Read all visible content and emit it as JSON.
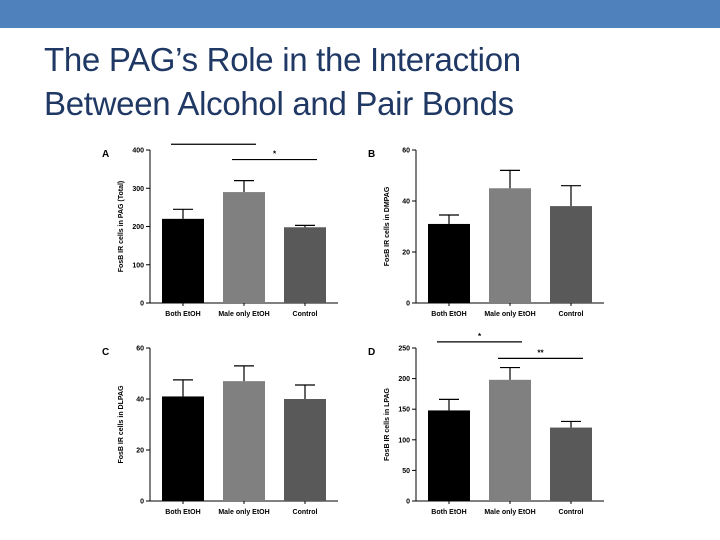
{
  "slide": {
    "title_line1": "The PAG’s Role in the Interaction",
    "title_line2": "Between Alcohol and Pair Bonds",
    "accent_color": "#4f81bd",
    "title_color": "#1f3864"
  },
  "chart_data": [
    {
      "type": "bar",
      "panel": "A",
      "ylabel": "FosB IR cells in PAG (Total)",
      "categories": [
        "Both EtOH",
        "Male only EtOH",
        "Control"
      ],
      "values": [
        220,
        290,
        198
      ],
      "errors": [
        25,
        30,
        5
      ],
      "colors": [
        "#000000",
        "#808080",
        "#595959"
      ],
      "ylim": [
        0,
        400
      ],
      "yticks": [
        0,
        100,
        200,
        300,
        400
      ],
      "significance": [
        {
          "from": 0,
          "to": 1,
          "label": "*",
          "y": 415
        },
        {
          "from": 1,
          "to": 2,
          "label": "*",
          "y": 375
        }
      ]
    },
    {
      "type": "bar",
      "panel": "B",
      "ylabel": "FosB IR cells in DMPAG",
      "categories": [
        "Both EtOH",
        "Male only EtOH",
        "Control"
      ],
      "values": [
        31,
        45,
        38
      ],
      "errors": [
        3.5,
        7,
        8
      ],
      "colors": [
        "#000000",
        "#808080",
        "#595959"
      ],
      "ylim": [
        0,
        60
      ],
      "yticks": [
        0,
        20,
        40,
        60
      ],
      "significance": []
    },
    {
      "type": "bar",
      "panel": "C",
      "ylabel": "FosB IR cells in DLPAG",
      "categories": [
        "Both EtOH",
        "Male only EtOH",
        "Control"
      ],
      "values": [
        41,
        47,
        40
      ],
      "errors": [
        6.5,
        6,
        5.5
      ],
      "colors": [
        "#000000",
        "#808080",
        "#595959"
      ],
      "ylim": [
        0,
        60
      ],
      "yticks": [
        0,
        20,
        40,
        60
      ],
      "significance": []
    },
    {
      "type": "bar",
      "panel": "D",
      "ylabel": "FosB IR cells in LPAG",
      "categories": [
        "Both EtOH",
        "Male only EtOH",
        "Control"
      ],
      "values": [
        148,
        198,
        120
      ],
      "errors": [
        18,
        20,
        10
      ],
      "colors": [
        "#000000",
        "#808080",
        "#595959"
      ],
      "ylim": [
        0,
        250
      ],
      "yticks": [
        0,
        50,
        100,
        150,
        200,
        250
      ],
      "significance": [
        {
          "from": 0,
          "to": 1,
          "label": "*",
          "y": 260
        },
        {
          "from": 1,
          "to": 2,
          "label": "**",
          "y": 233
        }
      ]
    }
  ]
}
